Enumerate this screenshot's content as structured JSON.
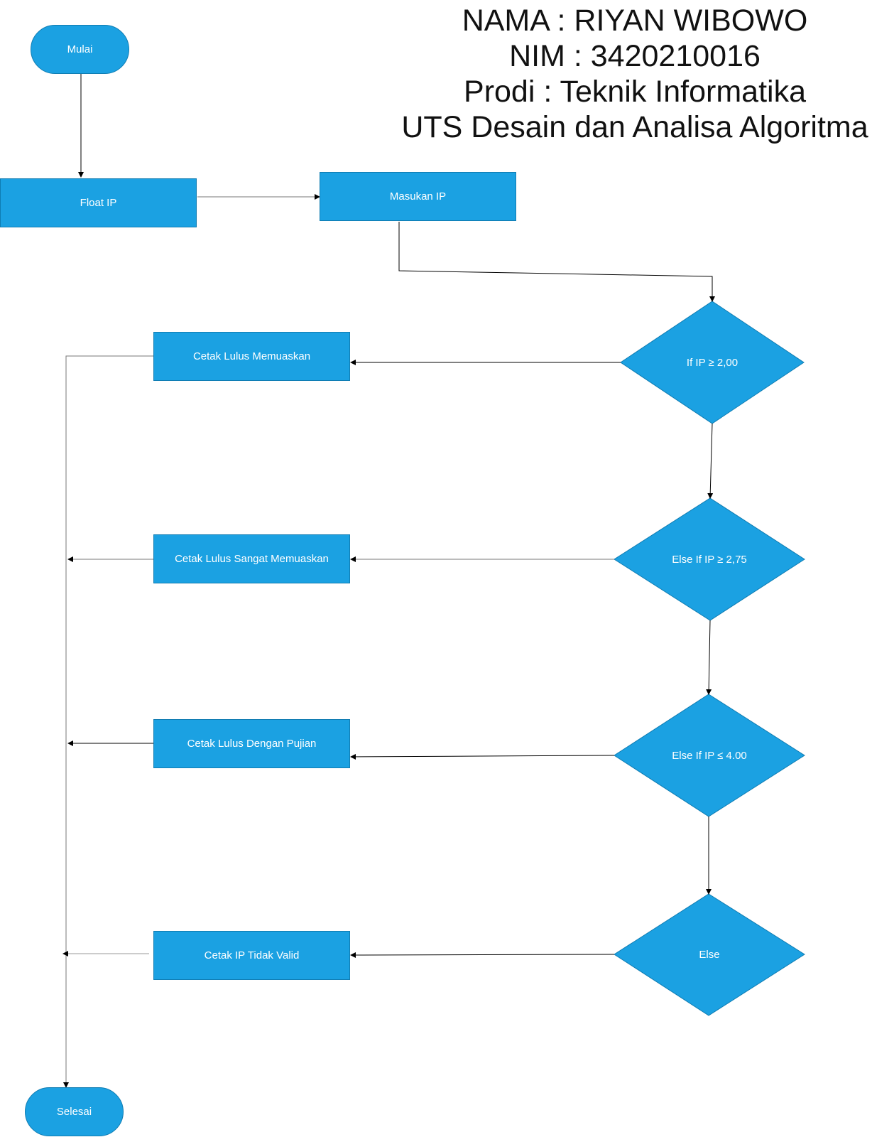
{
  "header": {
    "nama": "NAMA : RIYAN WIBOWO",
    "nim": "NIM : 3420210016",
    "prodi": "Prodi : Teknik Informatika",
    "course": "UTS Desain dan Analisa Algoritma"
  },
  "flowchart": {
    "start": "Mulai",
    "declare": "Float IP",
    "input": "Masukan IP",
    "cond1": "If IP ≥ 2,00",
    "cond2": "Else If IP ≥ 2,75",
    "cond3": "Else If IP ≤ 4.00",
    "cond4": "Else",
    "out1": "Cetak Lulus Memuaskan",
    "out2": "Cetak Lulus Sangat Memuaskan",
    "out3": "Cetak Lulus Dengan Pujian",
    "out4": "Cetak IP Tidak Valid",
    "end": "Selesai"
  },
  "colors": {
    "node_fill": "#1ba1e2",
    "node_border": "#0f7cb2",
    "connector": "#000000"
  }
}
